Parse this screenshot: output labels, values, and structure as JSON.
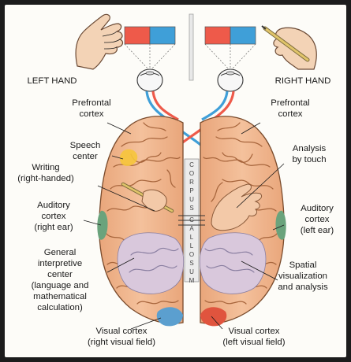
{
  "labels": {
    "left_hand": "LEFT HAND",
    "right_hand": "RIGHT HAND",
    "prefrontal_left_1": "Prefrontal",
    "prefrontal_left_2": "cortex",
    "prefrontal_right_1": "Prefrontal",
    "prefrontal_right_2": "cortex",
    "speech_1": "Speech",
    "speech_2": "center",
    "writing_1": "Writing",
    "writing_2": "(right-handed)",
    "auditory_left_1": "Auditory",
    "auditory_left_2": "cortex",
    "auditory_left_3": "(right ear)",
    "general_1": "General",
    "general_2": "interpretive",
    "general_3": "center",
    "general_4": "(language and",
    "general_5": "mathematical",
    "general_6": "calculation)",
    "visual_left_1": "Visual cortex",
    "visual_left_2": "(right visual field)",
    "analysis_touch_1": "Analysis",
    "analysis_touch_2": "by touch",
    "auditory_right_1": "Auditory",
    "auditory_right_2": "cortex",
    "auditory_right_3": "(left ear)",
    "spatial_1": "Spatial",
    "spatial_2": "visualization",
    "spatial_3": "and analysis",
    "visual_right_1": "Visual cortex",
    "visual_right_2": "(left visual field)",
    "corpus_letters": [
      "C",
      "O",
      "R",
      "P",
      "U",
      "S",
      "C",
      "A",
      "L",
      "L",
      "O",
      "S",
      "U",
      "M"
    ]
  },
  "colors": {
    "brain": "#efb48c",
    "gyri": "#a7653c",
    "red_field": "#ee5a4a",
    "blue_field": "#3f9fd8",
    "speech_center": "#f6c53b",
    "auditory": "#6aa37c",
    "interpretive": "#d9c8dc",
    "visual_left": "#5b9fcf",
    "visual_right": "#e0543e"
  }
}
